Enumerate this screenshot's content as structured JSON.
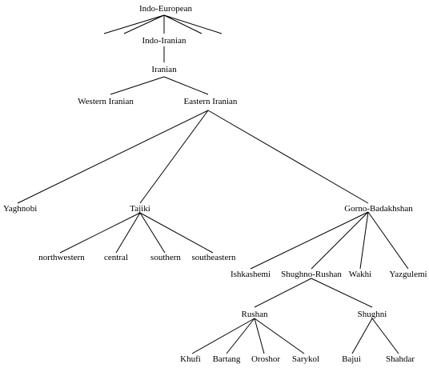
{
  "tree": {
    "root": "Indo-European",
    "indo_iranian": "Indo-Iranian",
    "iranian": "Iranian",
    "western_iranian": "Western Iranian",
    "eastern_iranian": "Eastern Iranian",
    "yaghnobi": "Yaghnobi",
    "tajiki": "Tajiki",
    "gorno_badakhshan": "Gorno-Badakhshan",
    "tajiki_dialects": [
      "northwestern",
      "central",
      "southern",
      "southeastern"
    ],
    "gorno_badakhshan_children": [
      "Ishkashemi",
      "Shughno-Rushan",
      "Wakhi",
      "Yazgulemi"
    ],
    "rushan": "Rushan",
    "shughni": "Shughni",
    "rushan_dialects": [
      "Khufi",
      "Bartang",
      "Oroshor",
      "Sarykol"
    ],
    "shughni_dialects": [
      "Bajui",
      "Shahdar"
    ]
  },
  "colors": {
    "line": "#000000",
    "text": "#000000",
    "background": "#ffffff"
  }
}
